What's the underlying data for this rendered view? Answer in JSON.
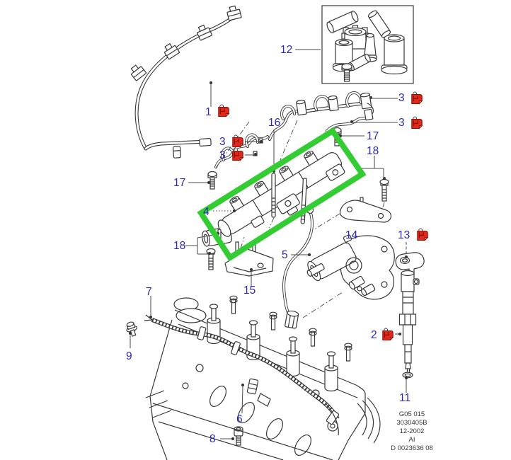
{
  "colors": {
    "line": "#383838",
    "blue": "#2a2ab5",
    "green": "#33cc33",
    "clip-red": "#e0291b",
    "clip-dark": "#8a1006"
  },
  "labels": {
    "n1": "1",
    "n2": "2",
    "n3": "3",
    "n4": "4",
    "n5": "5",
    "n6": "6",
    "n7": "7",
    "n8": "8",
    "n9": "9",
    "n11": "11",
    "n12": "12",
    "n13": "13",
    "n14": "14",
    "n15": "15",
    "n16": "16",
    "n17": "17",
    "n18": "18"
  },
  "stamp": {
    "lines": [
      "G05 015",
      "3030405B",
      "12-2002",
      "AI",
      "D 0023636 08"
    ]
  }
}
